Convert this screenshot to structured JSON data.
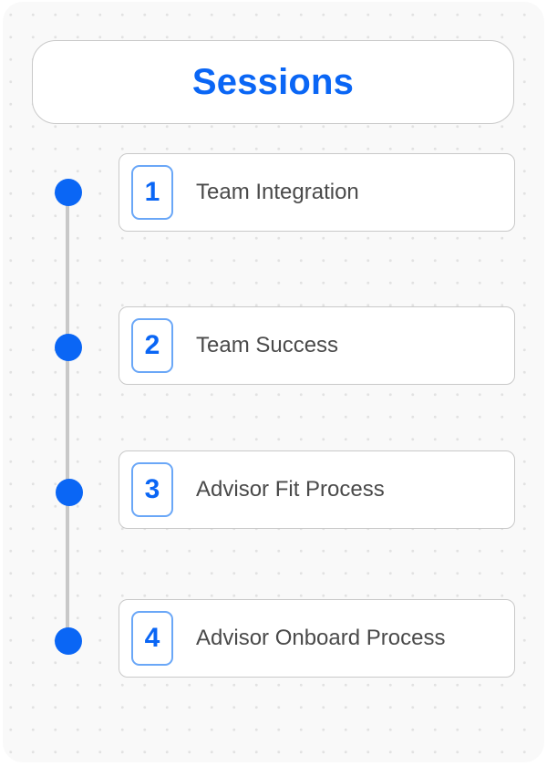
{
  "header": {
    "title": "Sessions"
  },
  "colors": {
    "accent": "#0a66f5",
    "badge_border": "#6aa7f7",
    "line": "#c8c8c8",
    "text": "#4a4a4a"
  },
  "sessions": [
    {
      "number": "1",
      "label": "Team Integration"
    },
    {
      "number": "2",
      "label": "Team Success"
    },
    {
      "number": "3",
      "label": "Advisor Fit Process"
    },
    {
      "number": "4",
      "label": "Advisor Onboard Process"
    }
  ]
}
